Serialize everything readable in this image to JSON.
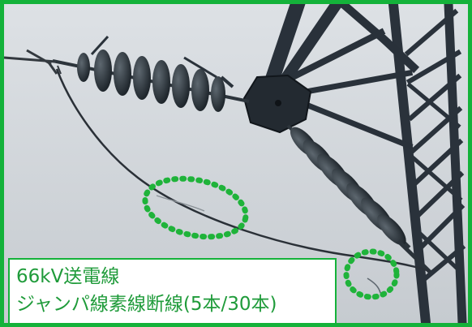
{
  "caption": {
    "line1": "66kV送電線",
    "line2": "ジャンパ線素線断線(5本/30本)"
  },
  "colors": {
    "frame": "#14b23a",
    "caption_text": "#1f9b3a",
    "highlight": "#1fb33a",
    "steel": "#2a323b",
    "sky": "#d3d7dc"
  },
  "icons": {
    "highlight_marker": "dotted-ellipse-icon",
    "tower": "steel-lattice-tower",
    "insulator": "insulator-string"
  }
}
